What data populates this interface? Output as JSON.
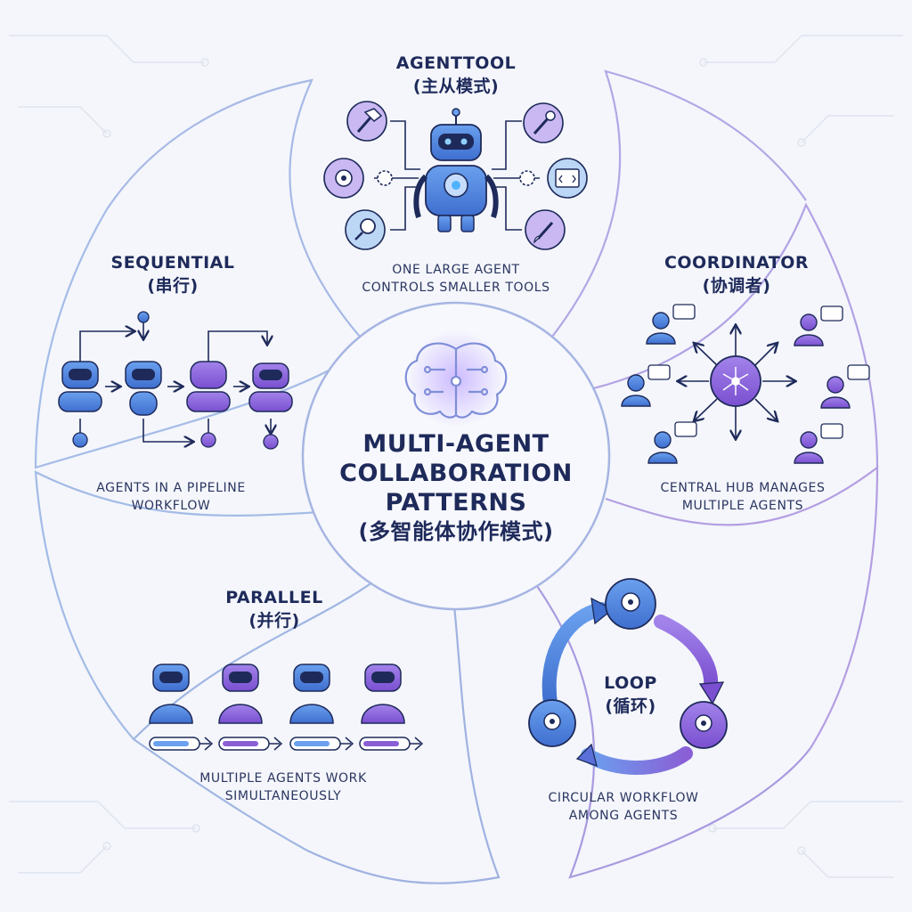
{
  "center": {
    "title_line1": "MULTI-AGENT",
    "title_line2": "COLLABORATION",
    "title_line3": "PATTERNS",
    "title_cn": "(多智能体协作模式)",
    "icon": "brain-network-icon"
  },
  "agenttool": {
    "title": "AGENTTOOL",
    "title_cn": "(主从模式)",
    "desc_line1": "ONE LARGE AGENT",
    "desc_line2": "CONTROLS SMALLER TOOLS",
    "icons": [
      "hammer-icon",
      "wrench-icon",
      "gear-icon",
      "code-window-icon",
      "magnifier-icon",
      "paintbrush-icon",
      "robot-icon"
    ]
  },
  "sequential": {
    "title": "SEQUENTIAL",
    "title_cn": "(串行)",
    "desc_line1": "AGENTS IN A PIPELINE",
    "desc_line2": "WORKFLOW"
  },
  "coordinator": {
    "title": "COORDINATOR",
    "title_cn": "(协调者)",
    "desc_line1": "CENTRAL HUB MANAGES",
    "desc_line2": "MULTIPLE AGENTS"
  },
  "parallel": {
    "title": "PARALLEL",
    "title_cn": "(并行)",
    "desc_line1": "MULTIPLE AGENTS WORK",
    "desc_line2": "SIMULTANEOUSLY"
  },
  "loop": {
    "title": "LOOP",
    "title_cn": "(循环)",
    "desc_line1": "CIRCULAR WORKFLOW",
    "desc_line2": "AMONG AGENTS"
  },
  "colors": {
    "blue": "#4a7fd4",
    "purple": "#8a5fd6",
    "navy": "#1e2a5a",
    "outline": "#9fb4e0"
  }
}
